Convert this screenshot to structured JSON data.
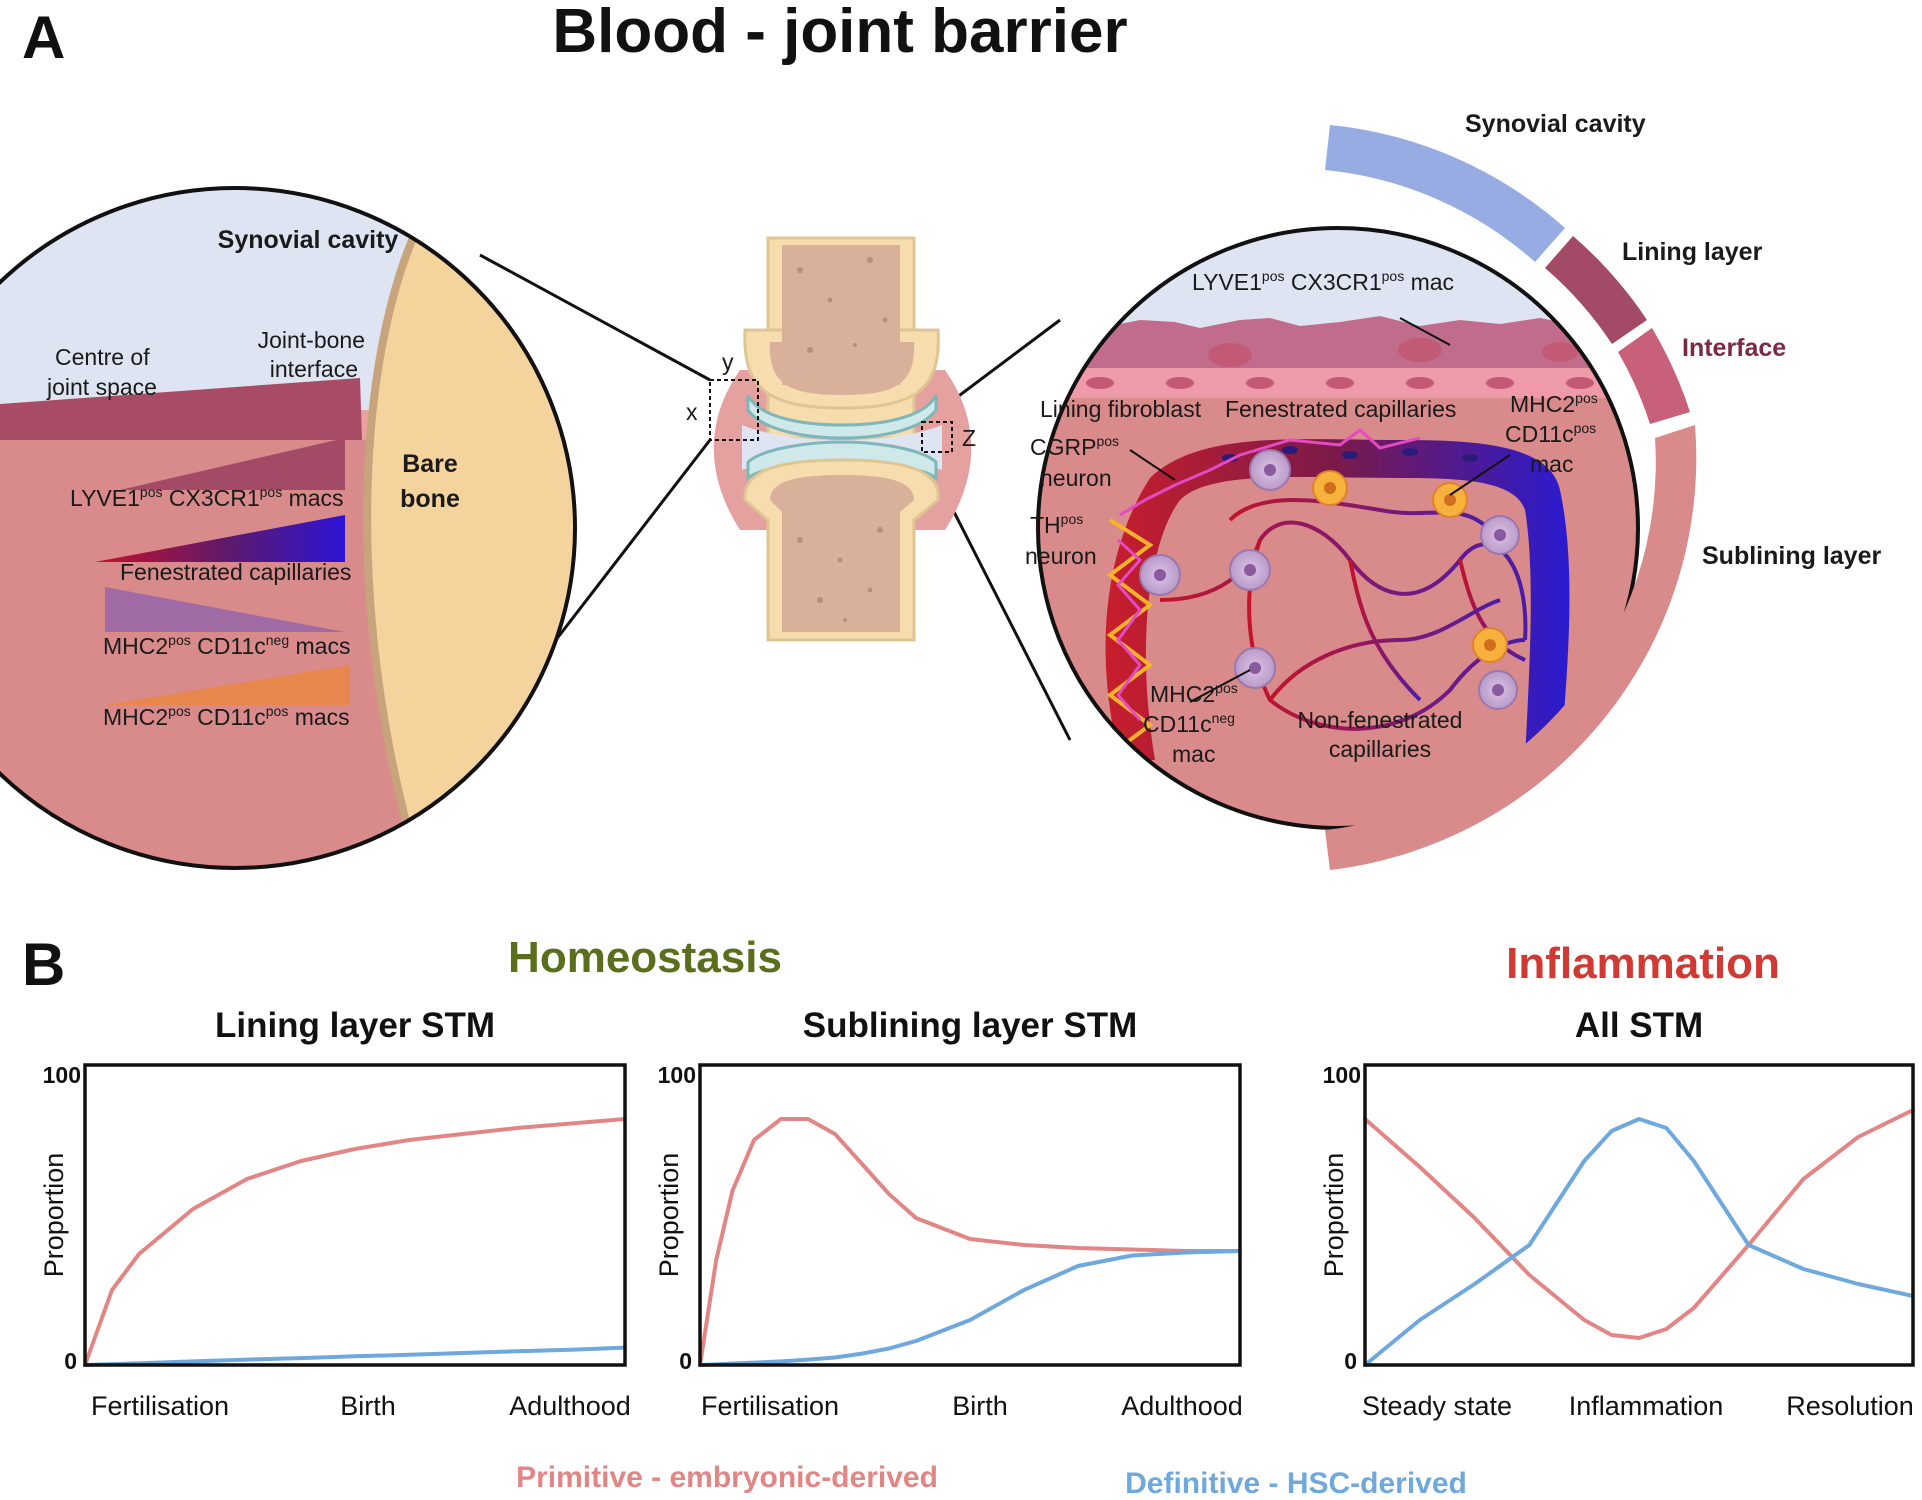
{
  "panel_a": {
    "letter": "A",
    "title": "Blood - joint barrier",
    "left_circle": {
      "synovial_cavity": "Synovial cavity",
      "centre_line1": "Centre of",
      "centre_line2": "joint space",
      "jb_line1": "Joint-bone",
      "jb_line2": "interface",
      "bare_line1": "Bare",
      "bare_line2": "bone",
      "lyve_a": "LYVE1",
      "lyve_sup1": "pos",
      "lyve_b": " CX3CR1",
      "lyve_sup2": "pos",
      "lyve_c": " macs",
      "fen": "Fenestrated capillaries",
      "mhcneg_a": "MHC2",
      "mhcneg_sup1": "pos",
      "mhcneg_b": " CD11c",
      "mhcneg_sup2": "neg",
      "mhcneg_c": " macs",
      "mhcpos_a": "MHC2",
      "mhcpos_sup1": "pos",
      "mhcpos_b": " CD11c",
      "mhcpos_sup2": "pos",
      "mhcpos_c": "  macs"
    },
    "joint": {
      "y": "y",
      "x": "x",
      "z": "Z"
    },
    "right_circle": {
      "lyve_a": "LYVE1",
      "lyve_sup1": "pos",
      "lyve_b": " CX3CR1",
      "lyve_sup2": "pos",
      "lyve_c": " mac",
      "lining_fibroblast": "Lining fibroblast",
      "fen_cap": "Fenestrated capillaries",
      "mhc2pos_a": "MHC2",
      "mhc2pos_sup": "pos",
      "cd11cpos_a": "CD11c",
      "cd11cpos_sup": "pos",
      "mac": "mac",
      "cgrp_a": "CGRP",
      "cgrp_sup": "pos",
      "neuron1": "neuron",
      "th_a": "TH",
      "th_sup": "pos",
      "neuron2": "neuron",
      "mhc2neg_a": "MHC2",
      "mhc2neg_sup": "pos",
      "cd11cneg_a": "CD11c",
      "cd11cneg_sup": "neg",
      "mac2": "mac",
      "nonfen1": "Non-fenestrated",
      "nonfen2": "capillaries"
    },
    "layers": {
      "synovial_cavity": "Synovial cavity",
      "lining_layer": "Lining layer",
      "interface": "Interface",
      "sublining_layer": "Sublining layer"
    }
  },
  "panel_b": {
    "letter": "B",
    "homeostasis": "Homeostasis",
    "inflammation": "Inflammation",
    "legend_primitive": "Primitive - embryonic-derived",
    "legend_definitive": "Definitive - HSC-derived"
  },
  "colors": {
    "primitive": "#e28585",
    "definitive": "#6fa8dc",
    "homeostasis": "#5a6e1e",
    "inflammation": "#d03a32",
    "synovial": "#dfe4f2",
    "tissue": "#d98a8a",
    "bone": "#f5d39c"
  },
  "chart_data": [
    {
      "type": "line",
      "title": "Lining layer STM",
      "ylabel": "Proportion",
      "ylim": [
        0,
        100
      ],
      "yticks": [
        "0",
        "100"
      ],
      "categories": [
        "Fertilisation",
        "Birth",
        "Adulthood"
      ],
      "x": [
        0,
        0.05,
        0.1,
        0.2,
        0.3,
        0.4,
        0.5,
        0.6,
        0.7,
        0.8,
        0.9,
        1.0
      ],
      "series": [
        {
          "name": "Primitive - embryonic-derived",
          "color": "#e28585",
          "values": [
            0,
            25,
            37,
            52,
            62,
            68,
            72,
            75,
            77,
            79,
            80.5,
            82
          ]
        },
        {
          "name": "Definitive - HSC-derived",
          "color": "#6fa8dc",
          "values": [
            0,
            0.3,
            0.6,
            1.2,
            1.8,
            2.3,
            2.9,
            3.4,
            4.0,
            4.6,
            5.1,
            5.8
          ]
        }
      ]
    },
    {
      "type": "line",
      "title": "Sublining layer STM",
      "ylabel": "Proportion",
      "ylim": [
        0,
        100
      ],
      "yticks": [
        "0",
        "100"
      ],
      "categories": [
        "Fertilisation",
        "Birth",
        "Adulthood"
      ],
      "x": [
        0,
        0.03,
        0.06,
        0.1,
        0.15,
        0.2,
        0.25,
        0.3,
        0.35,
        0.4,
        0.5,
        0.6,
        0.7,
        0.8,
        0.9,
        1.0
      ],
      "series": [
        {
          "name": "Primitive - embryonic-derived",
          "color": "#e28585",
          "values": [
            0,
            35,
            58,
            75,
            82,
            82,
            77,
            67,
            57,
            49,
            42,
            40,
            39,
            38.5,
            38,
            38
          ]
        },
        {
          "name": "Definitive - HSC-derived",
          "color": "#6fa8dc",
          "values": [
            0,
            0.2,
            0.5,
            0.8,
            1.2,
            1.8,
            2.5,
            3.8,
            5.5,
            8,
            15,
            25,
            33,
            36.5,
            37.5,
            38
          ]
        }
      ]
    },
    {
      "type": "line",
      "title": "All STM",
      "ylabel": "Proportion",
      "ylim": [
        0,
        100
      ],
      "yticks": [
        "0",
        "100"
      ],
      "categories": [
        "Steady state",
        "Inflammation",
        "Resolution"
      ],
      "x": [
        0,
        0.1,
        0.2,
        0.3,
        0.4,
        0.45,
        0.5,
        0.55,
        0.6,
        0.7,
        0.8,
        0.9,
        1.0
      ],
      "series": [
        {
          "name": "Primitive - embryonic-derived",
          "color": "#e28585",
          "values": [
            82,
            66,
            49,
            30,
            15,
            10,
            9,
            12,
            19,
            40,
            62,
            76,
            85
          ]
        },
        {
          "name": "Definitive - HSC-derived",
          "color": "#6fa8dc",
          "values": [
            0,
            15,
            27,
            40,
            68,
            78,
            82,
            79,
            68,
            40,
            32,
            27,
            23
          ]
        }
      ]
    }
  ]
}
